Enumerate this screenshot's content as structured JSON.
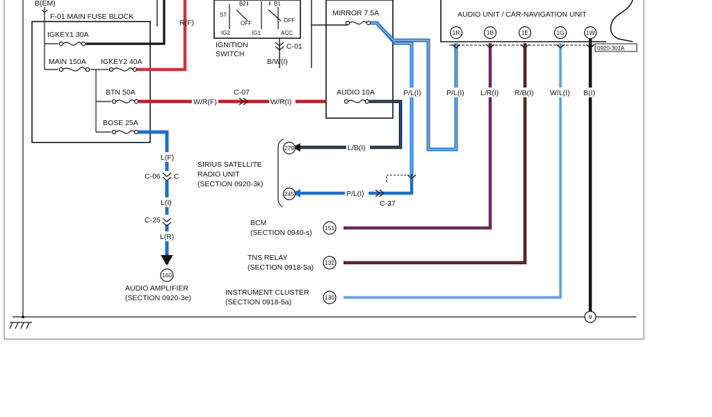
{
  "colors": {
    "black": "#151515",
    "red": "#c8363c",
    "red_dark": "#5a1014",
    "blue": "#1f6fc4",
    "blue_light": "#7db3e6",
    "purple": "#6b2a5c",
    "maroon": "#3a1a1a",
    "light_blue": "#8bbde8",
    "line": "#111111"
  },
  "fuse_block": {
    "top_label": "B(EM)",
    "title": "F-01 MAIN FUSE BLOCK",
    "fuses": {
      "igkey1": "IGKEY1 30A",
      "main": "MAIN 150A",
      "igkey2": "IGKEY2 40A",
      "btn": "BTN 50A",
      "bose": "BOSE 25A"
    }
  },
  "wires": {
    "rf": "R(F)",
    "wrf": "W/R(F)",
    "wri": "W/R(I)",
    "c07": "C-07",
    "lf": "L(F)",
    "c06": "C-06",
    "c06c": "C",
    "li": "L(I)",
    "c25": "C-25",
    "lr": "L(R)",
    "bwi": "B/W(I)",
    "c01": "C-01",
    "pli_audio": "P/L(I)",
    "lbi": "L/B(I)",
    "pli_bottom": "P/L(I)",
    "c37": "C-37",
    "col_pli": "P/L(I)",
    "col_lri": "L/R(I)",
    "col_rbi": "R/B(I)",
    "col_wli": "W/L(I)",
    "col_bi": "B(I)"
  },
  "ignition": {
    "title_1": "IGNITION",
    "title_2": "SWITCH",
    "st": "ST",
    "b2": "B2",
    "b1": "B1",
    "off1": "OFF",
    "off2": "OFF",
    "ig2": "IG2",
    "ig1": "IG1",
    "acc": "ACC"
  },
  "mirror_box": {
    "mirror": "MIRROR 7.5A",
    "audio": "AUDIO 10A"
  },
  "audio_unit": {
    "title": "AUDIO UNIT / CAR-NAVIGATION UNIT",
    "ref": "0920-301A",
    "pins": [
      "1R",
      "1B",
      "1E",
      "1G",
      "1W"
    ]
  },
  "destinations": {
    "sirius_1": "SIRIUS SATELLITE",
    "sirius_2": "RADIO UNIT",
    "sirius_3": "(SECTION 0920-3k)",
    "ref_279": "279",
    "ref_245": "245",
    "bcm_1": "BCM",
    "bcm_2": "(SECTION 0940-s)",
    "ref_151": "151",
    "tns_1": "TNS RELAY",
    "tns_2": "(SECTION 0918-5a)",
    "ref_132": "132",
    "inst_1": "INSTRUMENT CLUSTER",
    "inst_2": "(SECTION 0918-5a)",
    "ref_130": "130",
    "amp_1": "AUDIO AMPLIFIER",
    "amp_2": "(SECTION 0920-3e)",
    "ref_160": "160",
    "ground_ref": "9"
  }
}
